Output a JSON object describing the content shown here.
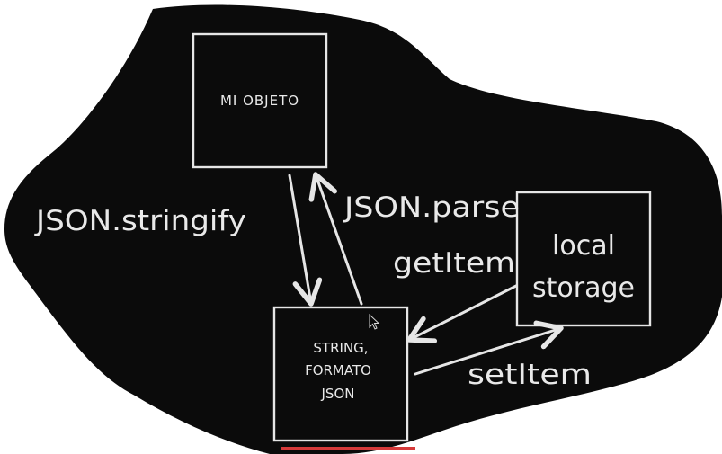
{
  "diagram": {
    "nodes": {
      "mi_objeto": "MI OBJETO",
      "string_formato_json": [
        "STRING,",
        "FORMATO",
        "JSON"
      ],
      "local_storage": [
        "local",
        "storage"
      ]
    },
    "edges": {
      "stringify": "JSON.stringify",
      "parse": "JSON.parse",
      "get_item": "getItem",
      "set_item": "setItem"
    }
  },
  "colors": {
    "background": "#0b0b0b",
    "stroke": "#e6e6e6",
    "page": "#ffffff",
    "accent_bar": "#d63a3a"
  }
}
